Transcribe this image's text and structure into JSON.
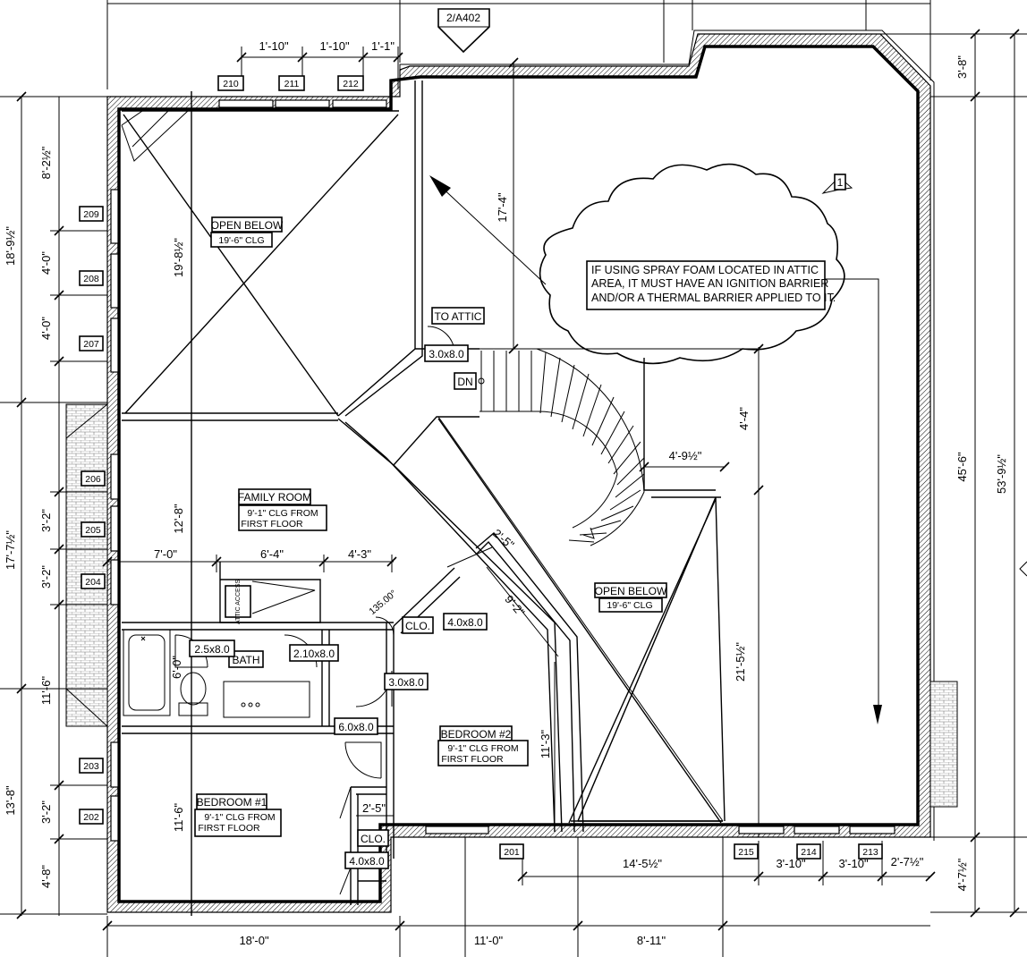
{
  "section_marker": "2/A402",
  "rooms": {
    "open_below_top": {
      "name": "OPEN BELOW",
      "ceiling": "19'-6\" CLG"
    },
    "family_room": {
      "name": "FAMILY ROOM",
      "ceiling_1": "9'-1\" CLG FROM",
      "ceiling_2": "FIRST FLOOR"
    },
    "open_below_right": {
      "name": "OPEN BELOW",
      "ceiling": "19'-6\" CLG"
    },
    "bedroom2": {
      "name": "BEDROOM #2",
      "ceiling_1": "9'-1\" CLG FROM",
      "ceiling_2": "FIRST FLOOR"
    },
    "bedroom1": {
      "name": "BEDROOM #1",
      "ceiling_1": "9'-1\" CLG FROM",
      "ceiling_2": "FIRST FLOOR"
    },
    "bath": "BATH",
    "clo_a": "CLO.",
    "clo_b": "CLO.",
    "to_attic": "TO ATTIC",
    "dn": "DN",
    "attic_access": "ATTIC ACCESS"
  },
  "note": {
    "tag": "1",
    "line1": "IF USING SPRAY FOAM LOCATED IN ATTIC",
    "line2": "AREA, IT MUST HAVE AN IGNITION BARRIER",
    "line3": "AND/OR A THERMAL BARRIER APPLIED TO IT."
  },
  "door_sizes": {
    "d1": "3.0x8.0",
    "d2": "2.5x8.0",
    "d3": "2.10x8.0",
    "d4": "4.0x8.0",
    "d5": "3.0x8.0",
    "d6": "6.0x8.0",
    "d7": "4.0x8.0"
  },
  "window_tags": {
    "w210": "210",
    "w211": "211",
    "w212": "212",
    "w209": "209",
    "w208": "208",
    "w207": "207",
    "w206": "206",
    "w205": "205",
    "w204": "204",
    "w203": "203",
    "w202": "202",
    "w201": "201",
    "w215": "215",
    "w214": "214",
    "w213": "213"
  },
  "dimensions": {
    "top_1": "1'-10\"",
    "top_2": "1'-10\"",
    "top_3": "1'-1\"",
    "left_outer_1": "18'-9½\"",
    "left_outer_2": "17'-7½\"",
    "left_outer_3": "13'-8\"",
    "left_inner_1": "8'-2½\"",
    "left_inner_2": "4'-0\"",
    "left_inner_3": "4'-0\"",
    "left_inner_4": "3'-2\"",
    "left_inner_5": "3'-2\"",
    "left_inner_6": "11'-6\"",
    "left_inner_7": "3'-2\"",
    "left_inner_8": "4'-8\"",
    "v_19_8": "19'-8½\"",
    "v_12_8": "12'-8\"",
    "v_6_0": "6'-0\"",
    "v_11_6": "11'-6\"",
    "v_17_4": "17'-4\"",
    "v_4_4": "4'-4\"",
    "v_21_5": "21'-5½\"",
    "v_11_3": "11'-3\"",
    "h_7_0": "7'-0\"",
    "h_6_4": "6'-4\"",
    "h_4_3": "4'-3\"",
    "h_4_9": "4'-9½\"",
    "d_2_5": "2'-5\"",
    "d_9_2": "9'-2\"",
    "angle": "135.00°",
    "h_2_5b": "2'-5\"",
    "right_3_8": "3'-8\"",
    "right_45_6": "45'-6\"",
    "right_53_9": "53'-9½\"",
    "right_4_7": "4'-7½\"",
    "b_14_5": "14'-5½\"",
    "b_3_10a": "3'-10\"",
    "b_3_10b": "3'-10\"",
    "b_2_7": "2'-7½\"",
    "bottom_18_0": "18'-0\"",
    "bottom_11_0": "11'-0\"",
    "bottom_8_11": "8'-11\""
  }
}
